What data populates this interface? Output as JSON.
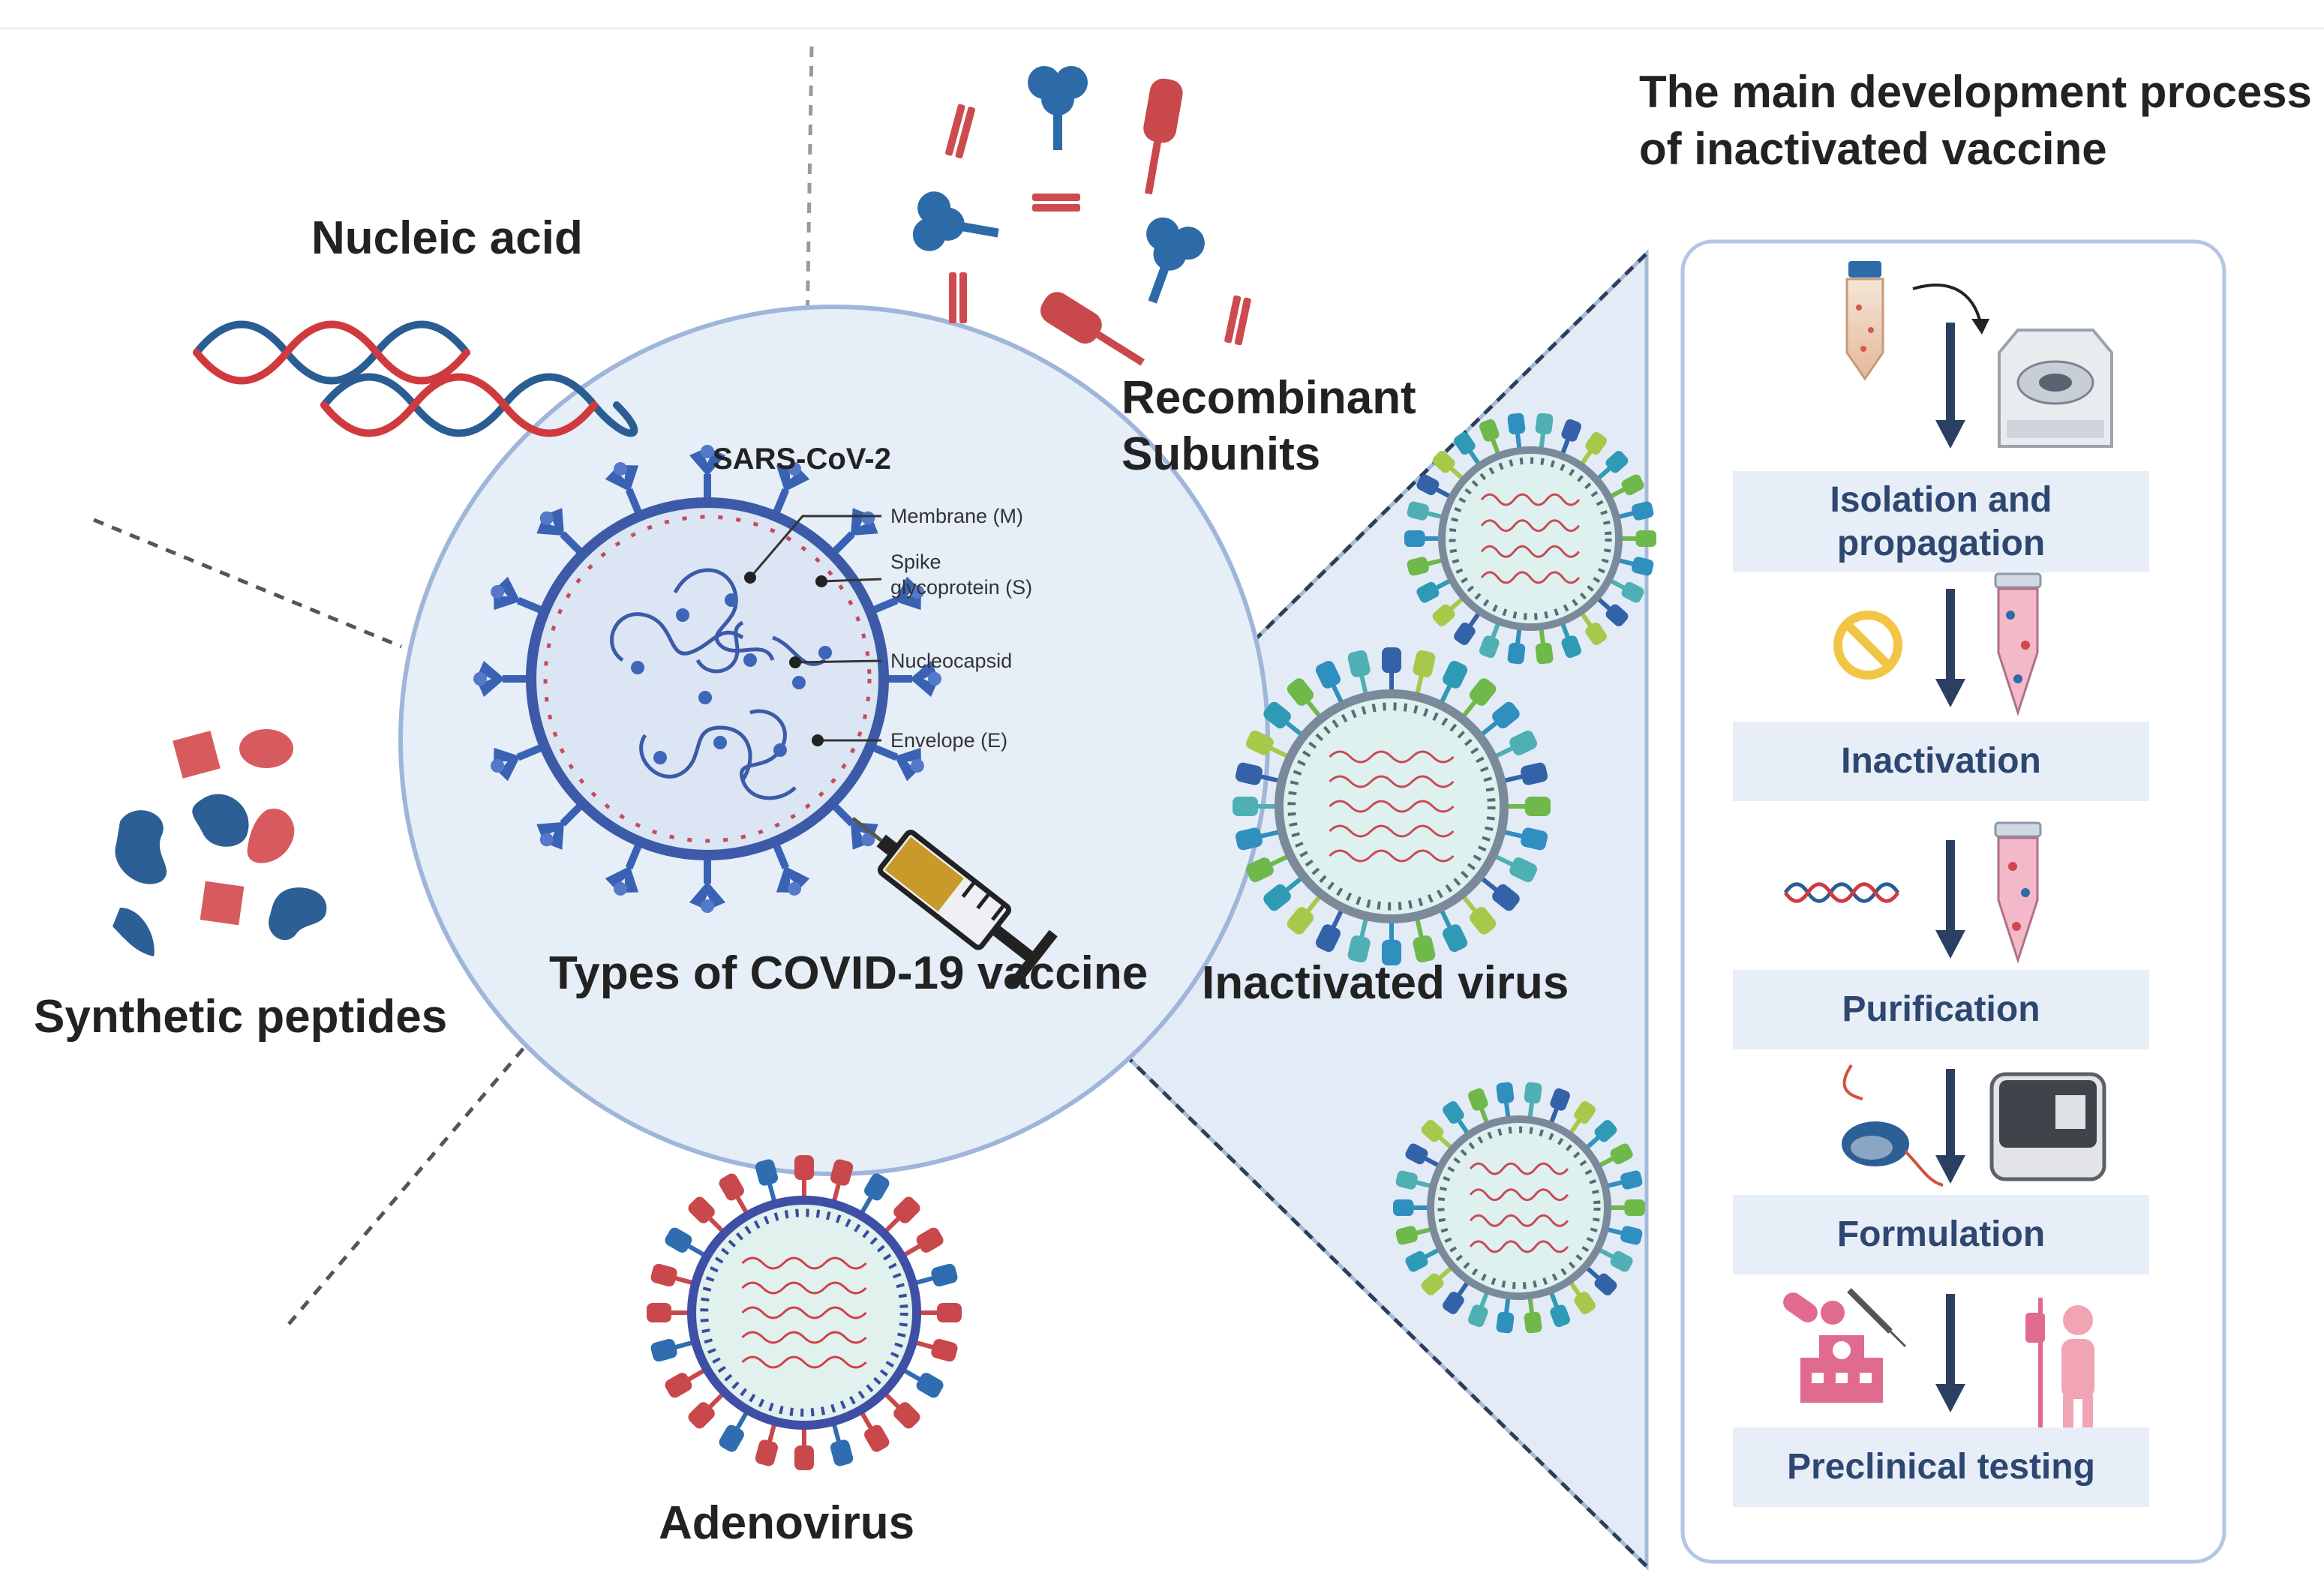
{
  "labels": {
    "nucleic_acid": "Nucleic acid",
    "recombinant_line1": "Recombinant",
    "recombinant_line2": "Subunits",
    "synthetic_peptides": "Synthetic peptides",
    "adenovirus": "Adenovirus",
    "inactivated_virus": "Inactivated virus",
    "center_caption": "Types of COVID-19 vaccine",
    "virus_name": "SARS-CoV-2"
  },
  "annotations": {
    "membrane": "Membrane  (M)",
    "spike_line1": "Spike",
    "spike_line2": "glycoprotein (S)",
    "nucleocapsid": "Nucleocapsid",
    "envelope": "Envelope  (E)"
  },
  "process": {
    "title": "The main development process of inactivated vaccine",
    "steps": [
      "Isolation and propagation",
      "Inactivation",
      "Purification",
      "Formulation",
      "Preclinical testing"
    ]
  },
  "colors": {
    "center_fill": "#e6eef7",
    "outline": "#9fb6da",
    "step_fill": "#e7eef7",
    "step_text": "#2d4770",
    "arrow": "#2b3f63",
    "red": "#d0585a",
    "blue": "#2c5f95",
    "spike_blue": "#3a62b4",
    "adeno_red": "#c9484b"
  }
}
